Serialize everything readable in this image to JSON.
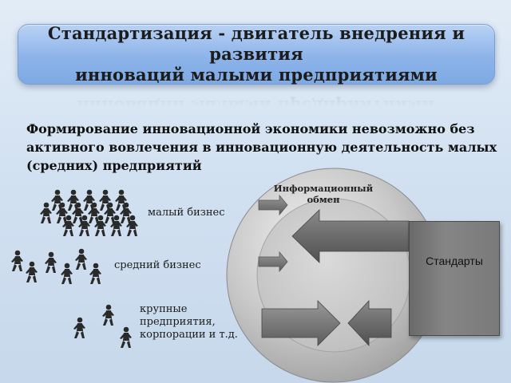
{
  "title": "Стандартизация - двигатель внедрения и развития\nинноваций малыми предприятиями",
  "title_reflection": "инноваций малыми предприятиями",
  "intro": "Формирование инновационной экономики невозможно без активного вовлечения в инновационную деятельность малых (средних) предприятий",
  "groups": {
    "small": "малый бизнес",
    "medium": "средний бизнес",
    "large": "крупные\nпредприятия,\nкорпорации и т.д."
  },
  "diagram": {
    "info_exchange": "Информационный\nобмен",
    "standards": "Стандарты"
  },
  "colors": {
    "banner": "#8db4ea",
    "background": "#d2e1f1",
    "disk": "#bdbdbd",
    "standards_box": "#7a7a7a",
    "people": "#2b2b2b"
  }
}
